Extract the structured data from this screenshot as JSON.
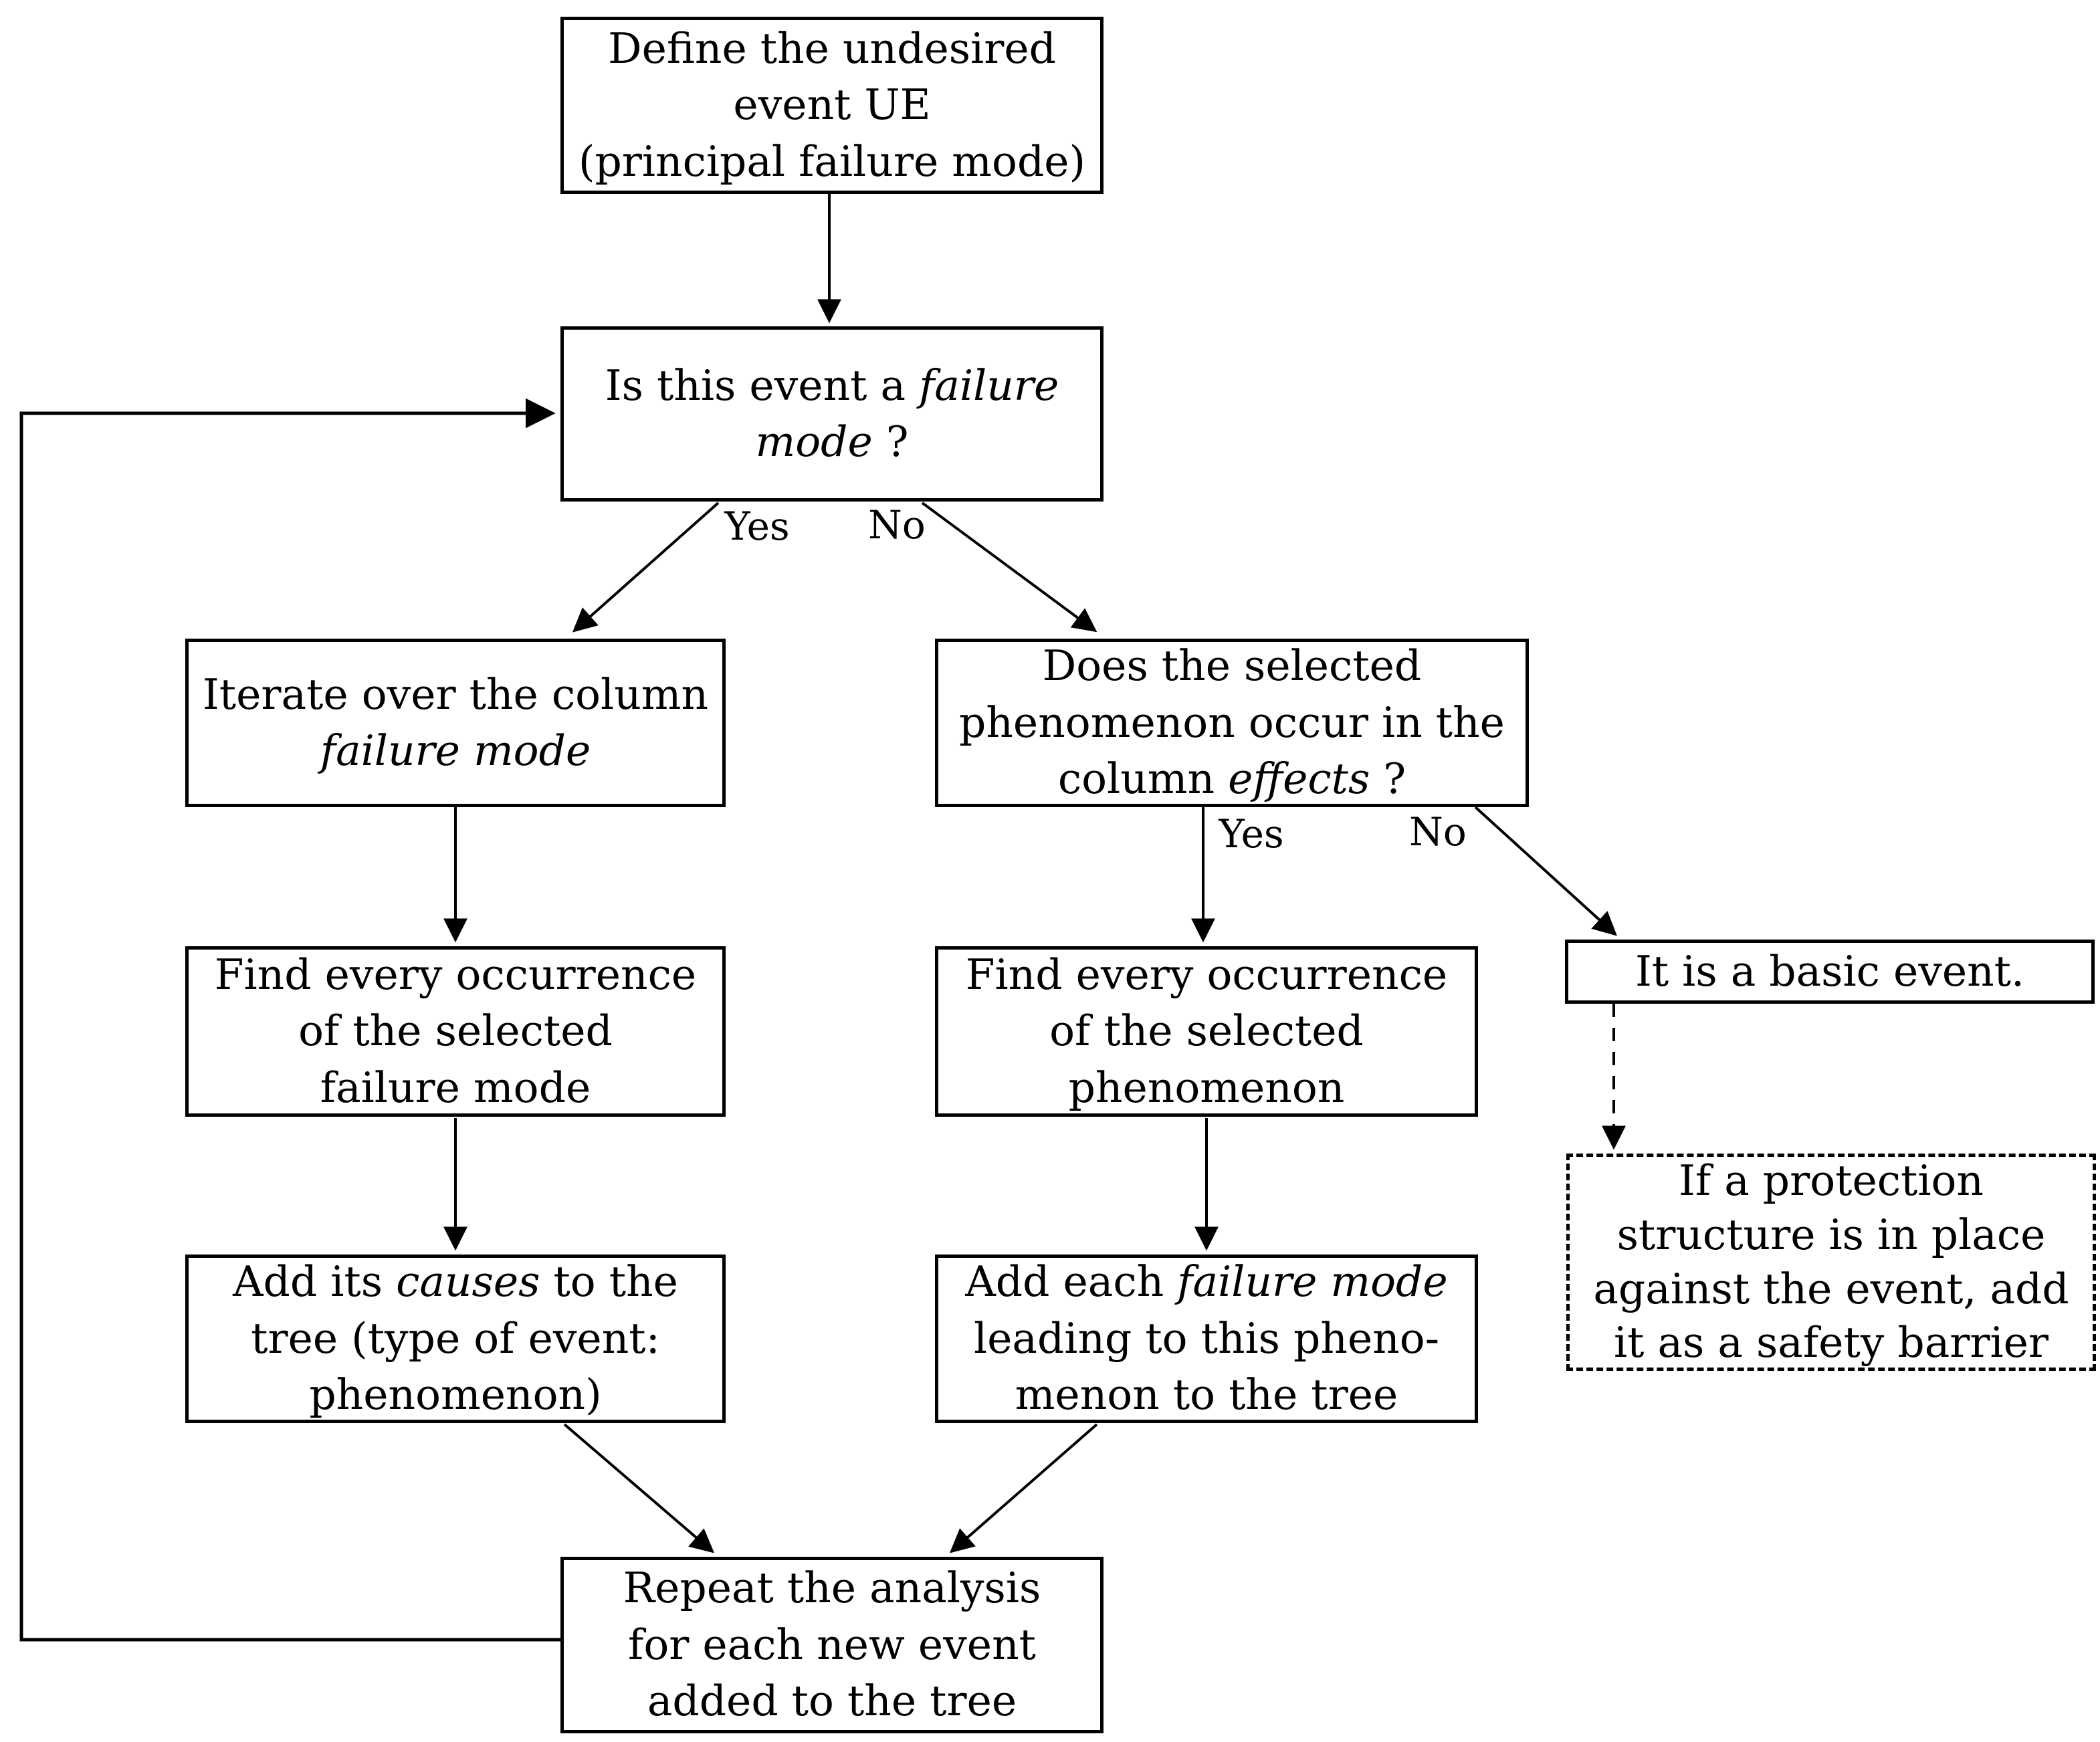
{
  "nodes": {
    "define": {
      "l1": "Define the undesired",
      "l2": "event UE",
      "l3": "(principal failure mode)"
    },
    "q1": {
      "l1a": "Is this event a ",
      "l1b": "failure",
      "l2a": "mode",
      "l2b": " ?"
    },
    "iterate": {
      "l1": "Iterate over the column",
      "l2": "failure mode"
    },
    "q2": {
      "l1": "Does the selected",
      "l2": "phenomenon occur in the",
      "l3a": "column ",
      "l3b": "effects",
      "l3c": " ?"
    },
    "find_fm": {
      "l1": "Find every occurrence",
      "l2": "of the selected",
      "l3": "failure mode"
    },
    "find_ph": {
      "l1": "Find every occurrence",
      "l2": "of the selected",
      "l3": "phenomenon"
    },
    "basic": {
      "l1": "It is a basic event."
    },
    "protect": {
      "l1": "If a protection",
      "l2": "structure is in place",
      "l3": "against the event, add",
      "l4": "it as a safety barrier"
    },
    "add_causes": {
      "l1a": "Add its ",
      "l1b": "causes",
      "l1c": " to the",
      "l2": "tree (type of event:",
      "l3": "phenomenon)"
    },
    "add_fm": {
      "l1a": "Add each ",
      "l1b": "failure mode",
      "l2": "leading to this pheno-",
      "l3": "menon to the tree"
    },
    "repeat": {
      "l1": "Repeat the analysis",
      "l2": "for each new event",
      "l3": "added to the tree"
    }
  },
  "labels": {
    "yes_left": "Yes",
    "no_left": "No",
    "yes_right": "Yes",
    "no_right": "No"
  },
  "colors": {
    "ink": "#000000",
    "paper": "#ffffff"
  }
}
